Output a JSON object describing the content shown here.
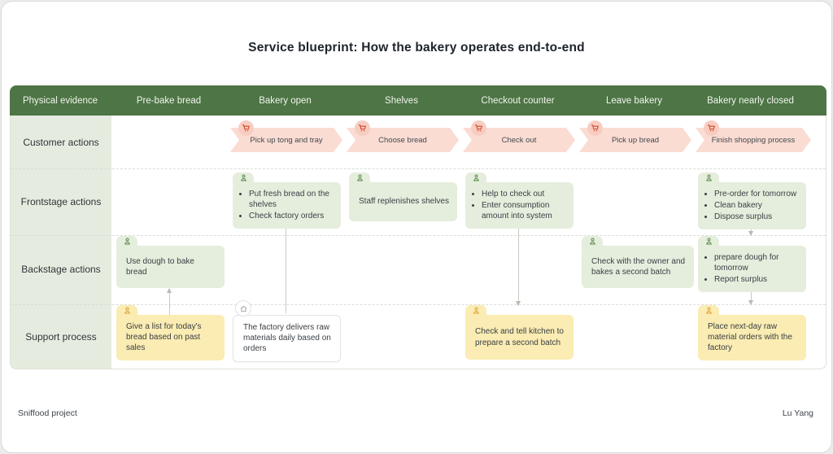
{
  "title": "Service blueprint: How the bakery operates end-to-end",
  "header": {
    "columns": [
      "Physical evidence",
      "Pre-bake bread",
      "Bakery open",
      "Shelves",
      "Checkout counter",
      "Leave bakery",
      "Bakery nearly closed"
    ]
  },
  "rows": {
    "customer": {
      "label": "Customer actions",
      "arrows": [
        {
          "label": "Pick up tong and tray",
          "icon": "cart-icon"
        },
        {
          "label": "Choose bread",
          "icon": "cart-icon"
        },
        {
          "label": "Check out",
          "icon": "cart-icon"
        },
        {
          "label": "Pick up bread",
          "icon": "cart-icon"
        },
        {
          "label": "Finish shopping process",
          "icon": "cart-icon"
        }
      ]
    },
    "frontstage": {
      "label": "Frontstage actions",
      "cards": [
        {
          "column": "Bakery open",
          "icon": "person-icon",
          "bullets": [
            "Put fresh bread on the shelves",
            "Check factory orders"
          ]
        },
        {
          "column": "Shelves",
          "icon": "person-icon",
          "text": "Staff replenishes shelves"
        },
        {
          "column": "Checkout counter",
          "icon": "person-icon",
          "bullets": [
            "Help to check out",
            "Enter consumption amount into system"
          ]
        },
        {
          "column": "Bakery nearly closed",
          "icon": "person-icon",
          "bullets": [
            "Pre-order for tomorrow",
            "Clean bakery",
            "Dispose surplus"
          ]
        }
      ]
    },
    "backstage": {
      "label": "Backstage actions",
      "cards": [
        {
          "column": "Pre-bake bread",
          "icon": "person-icon",
          "text": "Use dough to bake bread"
        },
        {
          "column": "Leave bakery",
          "icon": "person-icon",
          "text": "Check with the owner and bakes a second batch"
        },
        {
          "column": "Bakery nearly closed",
          "icon": "person-icon",
          "bullets": [
            "prepare dough for tomorrow",
            "Report surplus"
          ]
        }
      ]
    },
    "support": {
      "label": "Support process",
      "cards": [
        {
          "column": "Pre-bake bread",
          "icon": "person-icon",
          "style": "yellow",
          "text": "Give a list for today's bread based on past sales"
        },
        {
          "column": "Bakery open",
          "icon": "factory-icon",
          "style": "white",
          "text": "The factory delivers raw materials daily based on orders"
        },
        {
          "column": "Checkout counter",
          "icon": "person-icon",
          "style": "yellow",
          "text": "Check and tell kitchen to prepare a second batch"
        },
        {
          "column": "Bakery nearly closed",
          "icon": "person-icon",
          "style": "yellow",
          "text": "Place next-day raw material orders with the factory"
        }
      ]
    }
  },
  "footer": {
    "left": "Sniffood project",
    "right": "Lu Yang"
  },
  "colors": {
    "header_green": "#4d7545",
    "label_column_green": "#e5ecdf",
    "card_green": "#e5eedd",
    "card_yellow": "#faecb2",
    "arrow_pink": "#fadcd3",
    "cart_red": "#d4472b",
    "person_green": "#5d8a4e",
    "person_orange": "#e0a23e",
    "factory_gray": "#9aa0a6"
  }
}
